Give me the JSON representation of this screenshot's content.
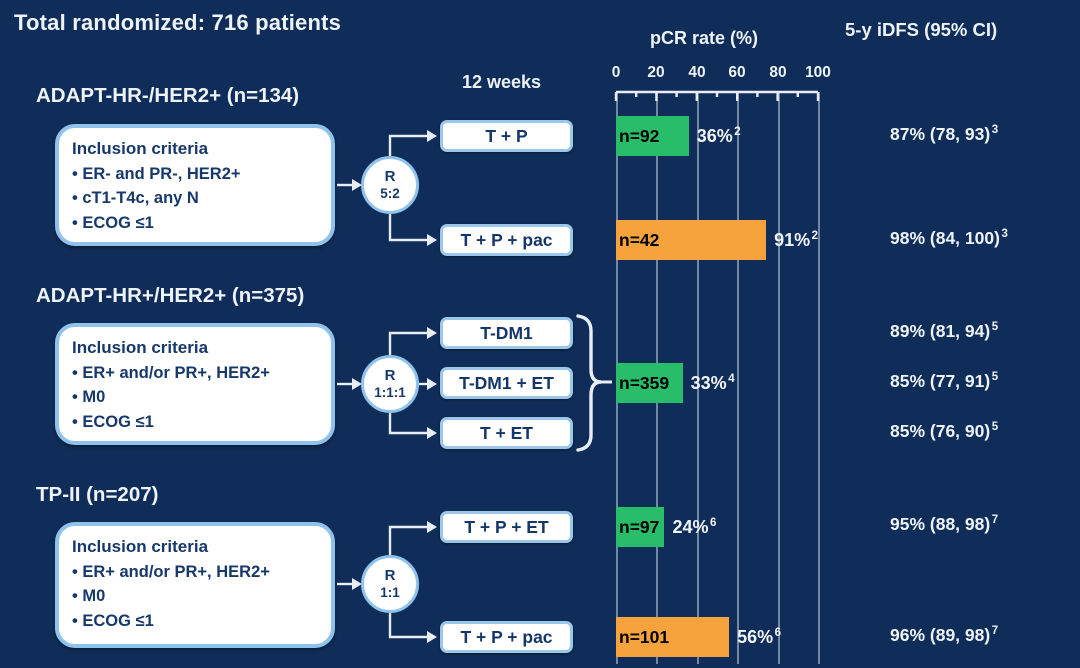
{
  "header": {
    "total_randomized": "Total randomized: 716 patients",
    "timepoint": "12 weeks",
    "pcr_axis_title": "pCR rate (%)",
    "idfs_column_title": "5-y iDFS (95% CI)"
  },
  "axis": {
    "tick_labels": [
      "0",
      "20",
      "40",
      "60",
      "80",
      "100"
    ],
    "range": [
      0,
      100
    ]
  },
  "trials": [
    {
      "name": "ADAPT-HR-/HER2+ (n=134)",
      "inclusion": {
        "title": "Inclusion criteria",
        "bullets": [
          "• ER- and PR-, HER2+",
          "• cT1-T4c, any N",
          "• ECOG ≤1"
        ]
      },
      "rand": {
        "r": "R",
        "ratio": "5:2"
      },
      "arms": [
        "T + P",
        "T + P + pac"
      ],
      "bars": [
        {
          "n": "n=92",
          "pct": 36,
          "label": "36%",
          "sup": "2",
          "color": "green"
        },
        {
          "n": "n=42",
          "pct": 91,
          "label": "91%",
          "sup": "2",
          "color": "orange"
        }
      ],
      "idfs": [
        {
          "value": "87% (78, 93)",
          "sup": "3"
        },
        {
          "value": "98% (84, 100)",
          "sup": "3"
        }
      ]
    },
    {
      "name": "ADAPT-HR+/HER2+ (n=375)",
      "inclusion": {
        "title": "Inclusion criteria",
        "bullets": [
          "• ER+ and/or PR+, HER2+",
          "• M0",
          "• ECOG ≤1"
        ]
      },
      "rand": {
        "r": "R",
        "ratio": "1:1:1"
      },
      "arms": [
        "T-DM1",
        "T-DM1 + ET",
        "T + ET"
      ],
      "bars": [
        {
          "n": "n=359",
          "pct": 33,
          "label": "33%",
          "sup": "4",
          "color": "green"
        }
      ],
      "idfs": [
        {
          "value": "89% (81, 94)",
          "sup": "5"
        },
        {
          "value": "85% (77, 91)",
          "sup": "5"
        },
        {
          "value": "85% (76, 90)",
          "sup": "5"
        }
      ]
    },
    {
      "name": "TP-II (n=207)",
      "inclusion": {
        "title": "Inclusion criteria",
        "bullets": [
          "• ER+ and/or PR+, HER2+",
          "• M0",
          "• ECOG ≤1"
        ]
      },
      "rand": {
        "r": "R",
        "ratio": "1:1"
      },
      "arms": [
        "T + P + ET",
        "T + P + pac"
      ],
      "bars": [
        {
          "n": "n=97",
          "pct": 24,
          "label": "24%",
          "sup": "6",
          "color": "green"
        },
        {
          "n": "n=101",
          "pct": 56,
          "label": "56%",
          "sup": "6",
          "color": "orange"
        }
      ],
      "idfs": [
        {
          "value": "95% (88, 98)",
          "sup": "7"
        },
        {
          "value": "96% (89, 98)",
          "sup": "7"
        }
      ]
    }
  ],
  "chart_data": {
    "type": "bar",
    "title": "pCR rate (%)",
    "categories": [
      "T + P",
      "T + P + pac",
      "T-DM1 / T-DM1 + ET / T + ET (pooled)",
      "T + P + ET",
      "T + P + pac"
    ],
    "values": [
      36,
      91,
      33,
      24,
      56
    ],
    "bar_ns": [
      "n=92",
      "n=42",
      "n=359",
      "n=97",
      "n=101"
    ],
    "xlabel": "pCR rate (%)",
    "ylabel": "",
    "xlim": [
      0,
      100
    ],
    "grid": true,
    "bar_colors": [
      "green",
      "orange",
      "green",
      "green",
      "orange"
    ]
  },
  "colors": {
    "background": "#0f2d58",
    "bar_green": "#28bd68",
    "bar_orange": "#f6a23d",
    "box_border_blue": "#8fc3ec",
    "box_text_navy": "#17386b",
    "text_white": "#eef3fa"
  }
}
